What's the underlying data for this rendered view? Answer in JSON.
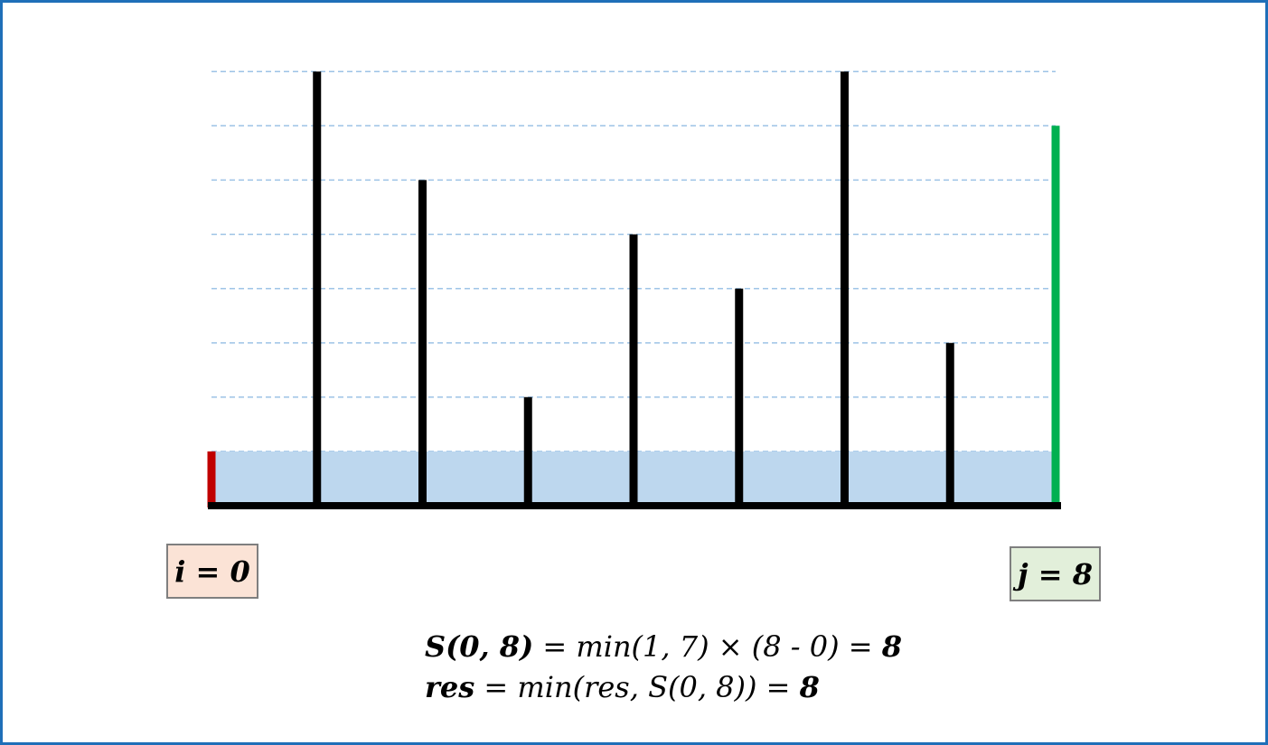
{
  "heights": [
    1,
    8,
    6,
    2,
    5,
    4,
    8,
    3,
    7
  ],
  "max_level": 8,
  "left_index": 0,
  "right_index": 8,
  "water_level": 1,
  "colors": {
    "frame": "#1f6fb8",
    "bar": "#000000",
    "left_bar": "#c00000",
    "right_bar": "#00b050",
    "water": "#bdd7ee",
    "grid": "#9dc3e6",
    "left_box_bg": "#fbe3d6",
    "right_box_bg": "#e2efda",
    "box_border": "#7f7f7f"
  },
  "labels": {
    "left_pointer": "i = 0",
    "right_pointer": "j = 8"
  },
  "formula": {
    "line1_head": "S(0, 8)",
    "line1_body": " = min(1, 7) × (8 - 0) = ",
    "line1_result": "8",
    "line2_head": "res",
    "line2_body": " = min(res, S(0, 8)) = ",
    "line2_result": "8"
  }
}
